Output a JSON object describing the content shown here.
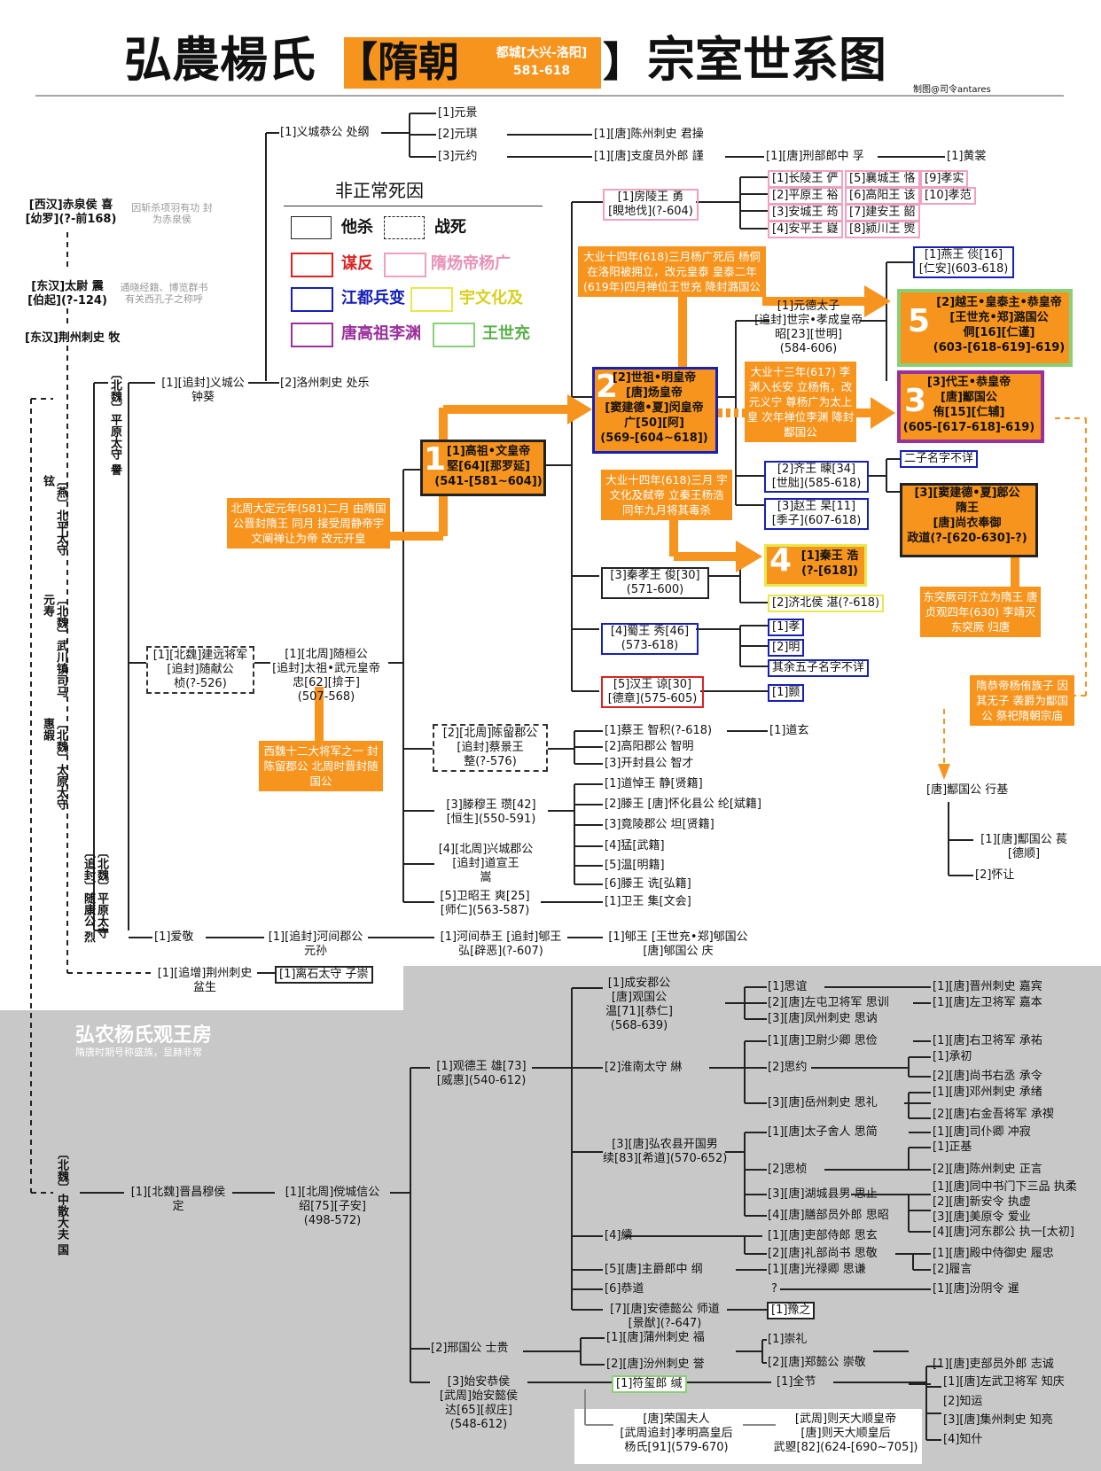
{
  "title": {
    "left": "弘農楊氏",
    "dyn": "【隋朝",
    "cap": "都城[大兴-洛阳]",
    "years": "581-618",
    "br": "】",
    "right": "宗室世系图",
    "credit": "制图@司令antares"
  },
  "legend": {
    "title": "非正常死因",
    "k1": "他杀",
    "k2": "战死",
    "k3": "谋反",
    "k4": "隋炀帝杨广",
    "k5": "江都兵变",
    "k6": "宇文化及",
    "k7": "唐高祖李渊",
    "k8": "王世充"
  },
  "anc": {
    "a1": "[西汉]赤泉侯 喜",
    "a1b": "[幼罗](?-前168)",
    "a1n": "因斩杀项羽有功 封为赤泉侯",
    "a2": "[东汉]太尉 震",
    "a2b": "[伯起](?-124)",
    "a2n": "通晓经籍、博览群书 有关西孔子之称呼",
    "a3": "[东汉]荆州刺史 牧",
    "v1": "〔燕〕北平太守 铉",
    "v2": "〔北魏〕武川镇司马 元寿",
    "v3": "〔北魏〕太原太守 惠嘏",
    "v4": "〔北魏〕平原太守 譽",
    "v5": "〔北魏〕平原太守 〔追封〕随康公 烈",
    "v6": "〔北魏〕中散大夫 国"
  },
  "t": {
    "yc": "[1]义城恭公 处纲",
    "yj": "[1]元景",
    "yq": "[2]元琪",
    "yy": "[3]元约",
    "jc": "[1][唐]陈州刺史 君操",
    "jz": "[1][唐]支度员外郎 謹",
    "xb": "[1][唐]刑部郎中 孚",
    "hy": "[1]黄裳",
    "zk": "[1][追封]义城公",
    "zk2": "钟葵",
    "cl": "[2]洛州刺史 处乐",
    "fl": "[1]房陵王 勇",
    "fl2": "[睍地伐](?-604)",
    "f1": "[1]长陵王 俨",
    "f2": "[2]平原王 裕",
    "f3": "[3]安城王 筠",
    "f4": "[4]安平王 嶷",
    "f5": "[5]襄城王 恪",
    "f6": "[6]高阳王 该",
    "f7": "[7]建安王 韶",
    "f8": "[8]颍川王 煚",
    "f9": "[9]孝实",
    "f10": "[10]孝范",
    "yd": "[1]元德太子",
    "yd2": "[追封]世宗•孝成皇帝",
    "yd3": "昭[23][世明]",
    "yd4": "(584-606)",
    "yan": "[1]燕王 倓[16]",
    "yan2": "[仁安](603-618)",
    "e5a": "[2]越王•皇泰主•恭皇帝",
    "e5b": "[王世充•郑]潞国公",
    "e5c": "侗[16][仁谨]",
    "e5d": "(603-[618-619]-619)",
    "e3a": "[3]代王•恭皇帝",
    "e3b": "[唐]酅国公",
    "e3c": "侑[15][仁辅]",
    "e3d": "(605-[617-618]-619)",
    "e2a": "[2]世祖•明皇帝",
    "e2b": "[唐]炀皇帝",
    "e2c": "[窦建德•夏]闵皇帝",
    "e2d": "广[50][阿]",
    "e2e": "(569-[604~618])",
    "e1a": "[1]高祖•文皇帝",
    "e1b": "堅[64][那罗延]",
    "e1c": "(541-[581~604])",
    "qw": "[2]齐王 暕[34]",
    "qw2": "[世朏](585-618)",
    "zw": "[3]赵王 杲[11]",
    "zw2": "[季子](607-618)",
    "ez": "二子名字不详",
    "zd": "[3][窦建德•夏]鄎公",
    "zd2": "隋王",
    "zd3": "[唐]尚衣奉御",
    "zd4": "政道(?-[620-630]-?)",
    "e4a": "[1]秦王 浩",
    "e4b": "(?-[618])",
    "jb": "[2]济北侯 湛(?-618)",
    "qx": "[3]秦孝王 俊[30]",
    "qx2": "(571-600)",
    "sw": "[4]蜀王 秀[46]",
    "sw2": "(573-618)",
    "s1": "[1]孝",
    "s2": "[2]明",
    "s3": "其余五子名字不详",
    "hw": "[5]汉王 谅[30]",
    "hw2": "[德章](575-605)",
    "hy1": "[1]颢",
    "jy": "[1][北魏]建远将军",
    "jy2": "[追封]随献公",
    "jy3": "桢(?-526)",
    "sz": "[1][北周]随桓公",
    "sz2": "[追封]太祖•武元皇帝",
    "sz3": "忠[62][揜于]",
    "sz4": "(507-568)",
    "cz": "[2][北周]陈留郡公",
    "cz2": "[追封]蔡景王",
    "cz3": "整(?-576)",
    "cw": "[1]蔡王 智积(?-618)",
    "dx": "[1]道玄",
    "gy": "[2]高阳郡公 智明",
    "kh": "[3]开封县公 智才",
    "tm": "[3]滕穆王 瓒[42]",
    "tm2": "[恒生](550-591)",
    "t1": "[1]道悼王 静[贤籍]",
    "t2": "[2]滕王 [唐]怀化县公 纶[斌籍]",
    "t3": "[3]竟陵郡公 坦[贤籍]",
    "t4": "[4]猛[武籍]",
    "t5": "[5]温[明籍]",
    "t6": "[6]滕王 诜[弘籍]",
    "xc": "[4][北周]兴城郡公",
    "xc2": "[追封]道宣王",
    "xc3": "嵩",
    "wz": "[5]卫昭王 爽[25]",
    "wz2": "[师仁](563-587)",
    "wj": "[1]卫王 集[文会]",
    "aj": "[1]爱敬",
    "hj": "[1][追封]河间郡公",
    "hj2": "元孙",
    "hg": "[1]河间恭王 [追封]郇王",
    "hg2": "弘[辟恶](?-607)",
    "xw": "[1]郇王 [王世充•郑]郇国公",
    "xw2": "[唐]郇国公 庆",
    "jz2": "[1][追增]荆州刺史",
    "jz3": "盆生",
    "ls": "[1]离石太守 子崇",
    "xj": "[唐]酅国公 行基",
    "xg": "[1][唐]酅国公 萇",
    "xg2": "[德顺]",
    "hr": "[2]怀让"
  },
  "o": {
    "o1": "大业十四年(618)三月杨广死后 杨侗在洛阳被拥立，改元皇泰 皇泰二年(619年)四月禅位王世充 降封潞国公",
    "o2": "大业十三年(617) 李渊入长安 立杨侑，改元义宁 尊杨广为太上皇 次年禅位李渊 降封酅国公",
    "o3": "大业十四年(618)三月 宇文化及弑帝 立秦王杨浩 同年九月将其毒杀",
    "o4": "北周大定元年(581)二月 由隋国公晋封隋王 同月 接受周静帝宇文阐禅让为帝 改元开皇",
    "o5": "西魏十二大将军之一 封陈留郡公 北周时晋封随国公",
    "o6": "东突厥可汗立为隋王 唐贞观四年(630) 李靖灭东突厥 归唐",
    "o7": "隋恭帝杨侑族子 因其无子 袭爵为酅国公 祭祀隋朝宗庙"
  },
  "g": {
    "ttl": "弘农杨氏观王房",
    "sub": "隋唐时期号称盛族，显赫非常",
    "jl": "[1][北魏]晋昌穆侯",
    "jl2": "定",
    "ys": "[1][北周]傥城信公",
    "ys2": "绍[75][子安]",
    "ys3": "(498-572)",
    "gd": "[1]观德王 雄[73]",
    "gd2": "[威惠](540-612)",
    "ca": "[1]成安郡公",
    "ca2": "[唐]观国公",
    "ca3": "温[71][恭仁]",
    "ca4": "(568-639)",
    "sy": "[1]思谊",
    "jb1": "[1][唐]晋州刺史 嘉宾",
    "sx": "[2][唐]左屯卫将军 思训",
    "zb": "[1][唐]左卫将军 嘉本",
    "sn": "[3][唐]凤州刺史 思讷",
    "hn": "[2]淮南太守 綝",
    "sj1": "[1][唐]卫尉少卿 思俭",
    "cy": "[1][唐]右卫将军 承祐",
    "sj2": "[2]思约",
    "cc": "[1]承初",
    "cl2": "[2][唐]尚书右丞 承令",
    "sl": "[3][唐]岳州刺史 思礼",
    "cx": "[1][唐]邓州刺史 承绪",
    "cz5": "[2][唐]右金吾将军 承禊",
    "hl": "[3][唐]弘农县开国男",
    "hl2": "续[83][希道](570-652)",
    "sm": "[1][唐]太子舍人 思简",
    "cs": "[1][唐]司仆卿 冲寂",
    "sz6": "[2]思桢",
    "zj": "[1]正基",
    "zy": "[2][唐]陈州刺史 正言",
    "sz7": "[3][唐]湖城县男 思止",
    "z1": "[1][唐]同中书门下三品 执柔",
    "z2": "[2][唐]新安令 执虚",
    "z3": "[3][唐]美原令 爱业",
    "z4": "[4][唐]河东郡公 执一[太初]",
    "sz8": "[4][唐]膳部员外郎 思昭",
    "xu": "[4]續",
    "sx2": "[1][唐]吏部侍郎 思玄",
    "sj3": "[2][唐]礼部尚书 思敬",
    "ls2": "[1][唐]殿中侍御史 履忠",
    "ly": "[2]履言",
    "zj2": "[5][唐]主爵郎中 纲",
    "sq": "[1][唐]光禄卿 思谦",
    "gd3": "[6]恭道",
    "q": "?",
    "fy": "[1][唐]汾阴令 暹",
    "ad": "[7][唐]安德懿公 师道",
    "ad2": "[景猷](?-647)",
    "yz": "[1]豫之",
    "xg": "[2]邢国公 士贵",
    "pz": "[1][唐]蒲州刺史 福",
    "cl3": "[1]崇礼",
    "fz": "[2][唐]汾州刺史 誉",
    "zy2": "[2][唐]郑懿公 崇敬",
    "zc": "[1][唐]吏部员外郎 志诚",
    "sa": "[3]始安恭侯",
    "sa2": "[武周]始安懿侯",
    "sa3": "达[65][叔庄]",
    "sa4": "(548-612)",
    "fx": "[1]符玺郎 缄",
    "qj": "[1]全节",
    "zq": "[1][唐]左武卫将军 知庆",
    "zw": "[2]知运",
    "zl": "[3][唐]集州刺史 知亮",
    "zs": "[4]知什",
    "rg": "[唐]荣国夫人",
    "rg2": "[武周追封]孝明高皇后",
    "rg3": "杨氏[91](579-670)",
    "wz": "[武周]则天大顺皇帝",
    "wz2": "[唐]则天大顺皇后",
    "wz3": "武曌[82](624-[690~705])"
  },
  "colors": {
    "orange": "#f7941d",
    "red": "#d22",
    "pink": "#f0a0c0",
    "blue": "#1620b8",
    "yellow": "#e8e84a",
    "purple": "#9b2f9b",
    "green": "#88d078",
    "gray": "#c8c8c8"
  }
}
